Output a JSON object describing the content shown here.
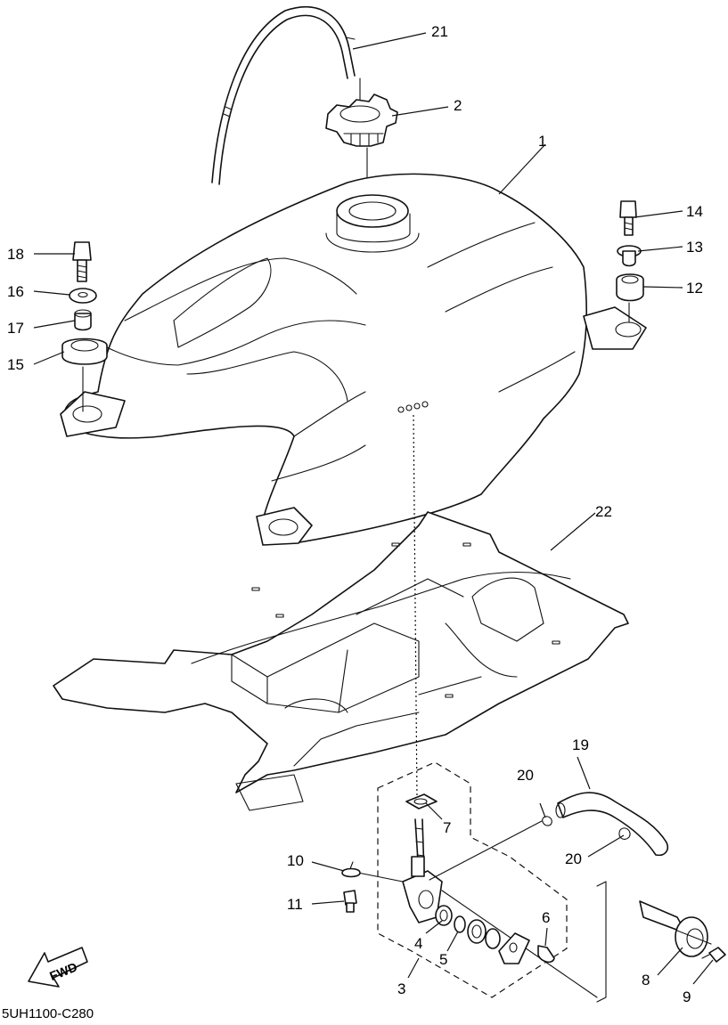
{
  "diagram": {
    "drawing_code": "5UH1100-C280",
    "direction_label": "FWD",
    "callouts": {
      "c1": "1",
      "c2": "2",
      "c3": "3",
      "c4": "4",
      "c5": "5",
      "c6": "6",
      "c7": "7",
      "c8": "8",
      "c9": "9",
      "c10": "10",
      "c11": "11",
      "c12": "12",
      "c13": "13",
      "c14": "14",
      "c15": "15",
      "c16": "16",
      "c17": "17",
      "c18": "18",
      "c19": "19",
      "c20a": "20",
      "c20b": "20",
      "c21": "21",
      "c22": "22"
    }
  }
}
